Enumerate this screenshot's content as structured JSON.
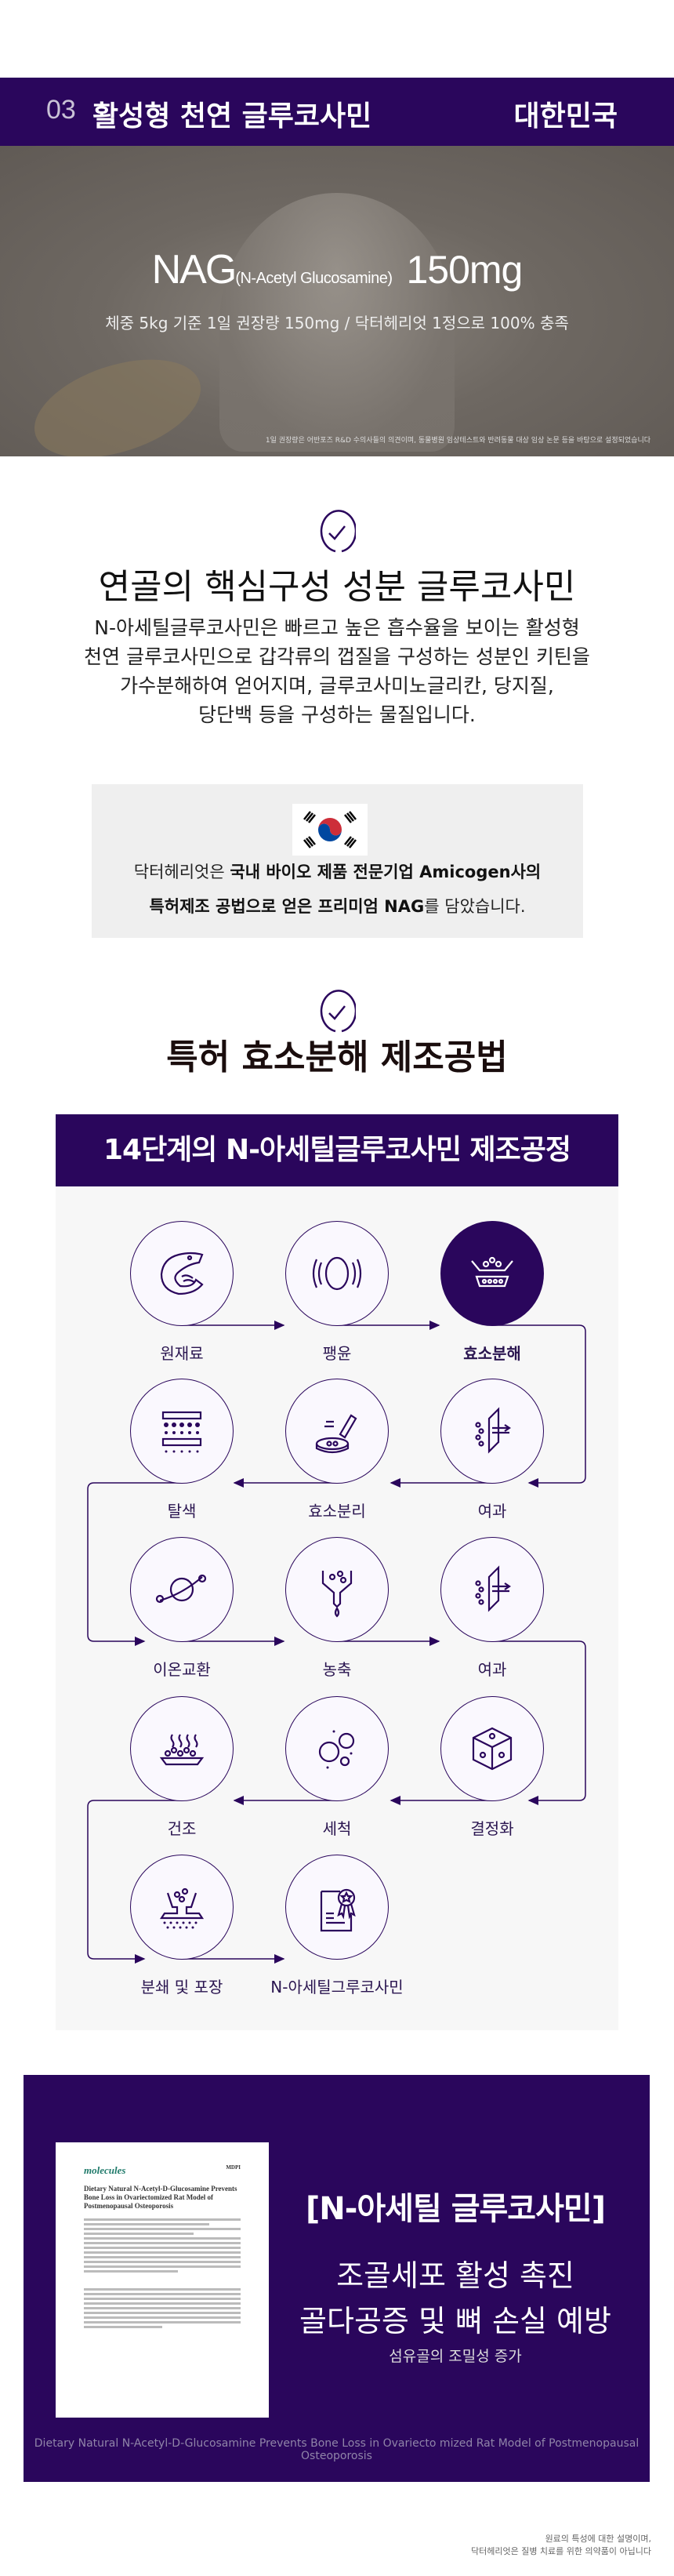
{
  "header": {
    "number": "03",
    "title": "활성형 천연 글루코사민",
    "country": "대한민국"
  },
  "hero": {
    "nag": "NAG",
    "nag_full": "(N-Acetyl Glucosamine)",
    "dose": "150mg",
    "subtitle": "체중 5kg 기준 1일 권장량 150mg / 닥터헤리엇 1정으로 100% 충족",
    "footnote": "1일 권장량은 어반포즈 R&D 수의사들의 의견이며, 동물병원 임상테스트와 반려동물 대상 임상 논문 등을 바탕으로 설정되었습니다"
  },
  "section1": {
    "heading": "연골의 핵심구성 성분 글루코사민",
    "paragraph": [
      "N-아세틸글루코사민은 빠르고 높은 흡수율을 보이는 활성형",
      "천연 글루코사민으로 갑각류의 껍질을 구성하는 성분인 키틴을",
      "가수분해하여 얻어지며, 글루코사미노글리칸, 당지질,",
      "당단백 등을 구성하는 물질입니다."
    ],
    "box": {
      "line1_a": "닥터헤리엇은 ",
      "line1_b": "국내 바이오 제품 전문기업 Amicogen사의",
      "line2_a": "특허제조 공법으로 얻은 프리미엄 NAG",
      "line2_b": "를 담았습니다."
    }
  },
  "section2": {
    "heading": "특허 효소분해 제조공법",
    "band_title": "14단계의 N-아세틸글루코사민 제조공정",
    "steps": [
      {
        "label": "원재료",
        "icon": "shrimp-icon"
      },
      {
        "label": "팽윤",
        "icon": "swelling-icon"
      },
      {
        "label": "효소분해",
        "icon": "enzyme-icon",
        "active": true
      },
      {
        "label": "여과",
        "icon": "filter-icon"
      },
      {
        "label": "효소분리",
        "icon": "petri-dropper-icon"
      },
      {
        "label": "탈색",
        "icon": "decolor-icon"
      },
      {
        "label": "이온교환",
        "icon": "planet-icon"
      },
      {
        "label": "농축",
        "icon": "funnel-icon"
      },
      {
        "label": "여과",
        "icon": "filter-icon"
      },
      {
        "label": "결정화",
        "icon": "crystal-cube-icon"
      },
      {
        "label": "세척",
        "icon": "bubbles-icon"
      },
      {
        "label": "건조",
        "icon": "drying-tray-icon"
      },
      {
        "label": "분쇄 및 포장",
        "icon": "grinding-icon"
      },
      {
        "label": "N-아세틸그루코사민",
        "icon": "certificate-icon"
      }
    ],
    "accent": "#2a065c"
  },
  "section3": {
    "paper": {
      "journal": "molecules",
      "publisher": "MDPI",
      "title": "Dietary Natural N-Acetyl-D-Glucosamine Prevents Bone Loss in Ovariectomized Rat Model of Postmenopausal Osteoporosis"
    },
    "title": "[N-아세틸 글루코사민]",
    "line1": "조골세포 활성 촉진",
    "line2": "골다공증 및 뼈 손실 예방",
    "sub": "섬유골의 조밀성 증가",
    "caption": "Dietary Natural N-Acetyl-D-Glucosamine Prevents Bone Loss in Ovariecto  mized Rat Model of Postmenopausal Osteoporosis"
  },
  "footnote": {
    "line1": "원료의 특성에 대한 설명이며,",
    "line2": "닥터헤리엇은 질병 치료를 위한 의약품이 아닙니다"
  }
}
